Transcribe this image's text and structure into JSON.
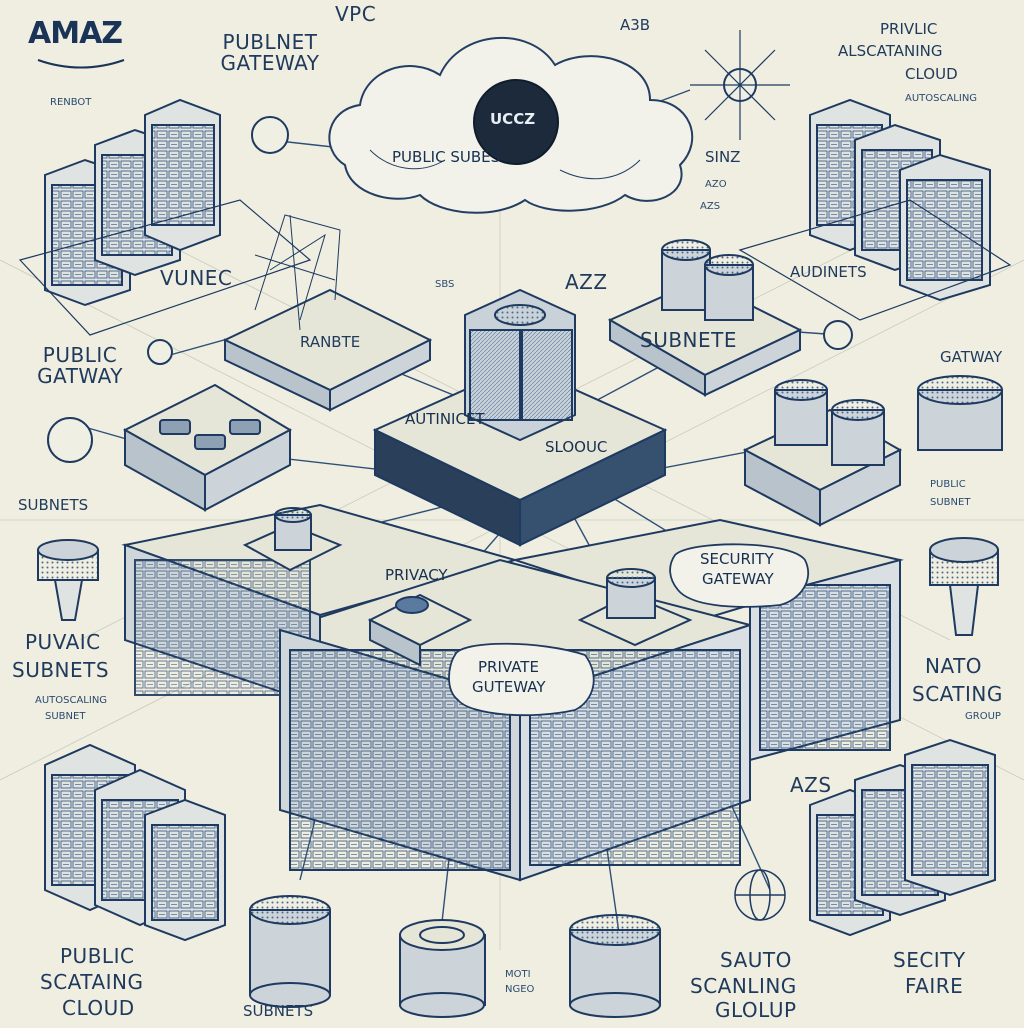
{
  "brand": {
    "logo_text": "AMAZ"
  },
  "labels": {
    "vpc_top": "VPC",
    "publnet_gateway": "PUBLNET GATEWAY",
    "renbot": "RENBOT",
    "a3b": "A3B",
    "privlic": "PRIVLIC",
    "alscating": "ALSCATANING",
    "cloud_top_right": "CLOUD",
    "right_small": "AUTOSCALING",
    "cloud_badge": "UCCZ",
    "public_subes": "PUBLIC SUBES",
    "sinz": "SINZ",
    "small_tag": "AZO",
    "azs_small": "AZS",
    "vunec": "VUNEC",
    "azz": "AZZ",
    "sbs": "SBS",
    "audinets": "AUDINETS",
    "public_gatway_left": "PUBLIC GATWAY",
    "ranbte": "RANBTE",
    "subnete": "SUBNETE",
    "gatway_right": "GATWAY",
    "autinicet": "AUTINICET",
    "sloouc": "SLOOUC",
    "subnets_left": "SUBNETS",
    "right_tag1": "PUBLIC",
    "right_tag2": "SUBNET",
    "privacy": "PRIVACY",
    "security_gateway_top": "SECURITY",
    "security_gateway_bot": "GATEWAY",
    "puvaic": "PUVAIC",
    "subnets_left2": "SUBNETS",
    "left_small1": "AUTOSCALING",
    "left_small2": "SUBNET",
    "private_gateway_1": "PRIVATE",
    "private_gateway_2": "GUTEWAY",
    "nato": "NATO",
    "scating": "SCATING",
    "right_small3": "GROUP",
    "azs": "AZS",
    "public_bottom": "PUBLIC",
    "scataing": "SCATAING",
    "cloud_bottom": "CLOUD",
    "subnets_bottom": "SUBNETS",
    "moti": "MOTI",
    "ngeo": "NGEO",
    "sauto": "SAUTO",
    "scanling": "SCANLING",
    "glolup": "GLOLUP",
    "secity": "SECITY",
    "faire": "FAIRE"
  },
  "colors": {
    "background": "#efeee0",
    "ink": "#1f3a5c",
    "accent": "#3d6a9a",
    "panel": "#e6e6d8",
    "cloud": "#f3f2ea",
    "dark": "#1c2a3c"
  }
}
